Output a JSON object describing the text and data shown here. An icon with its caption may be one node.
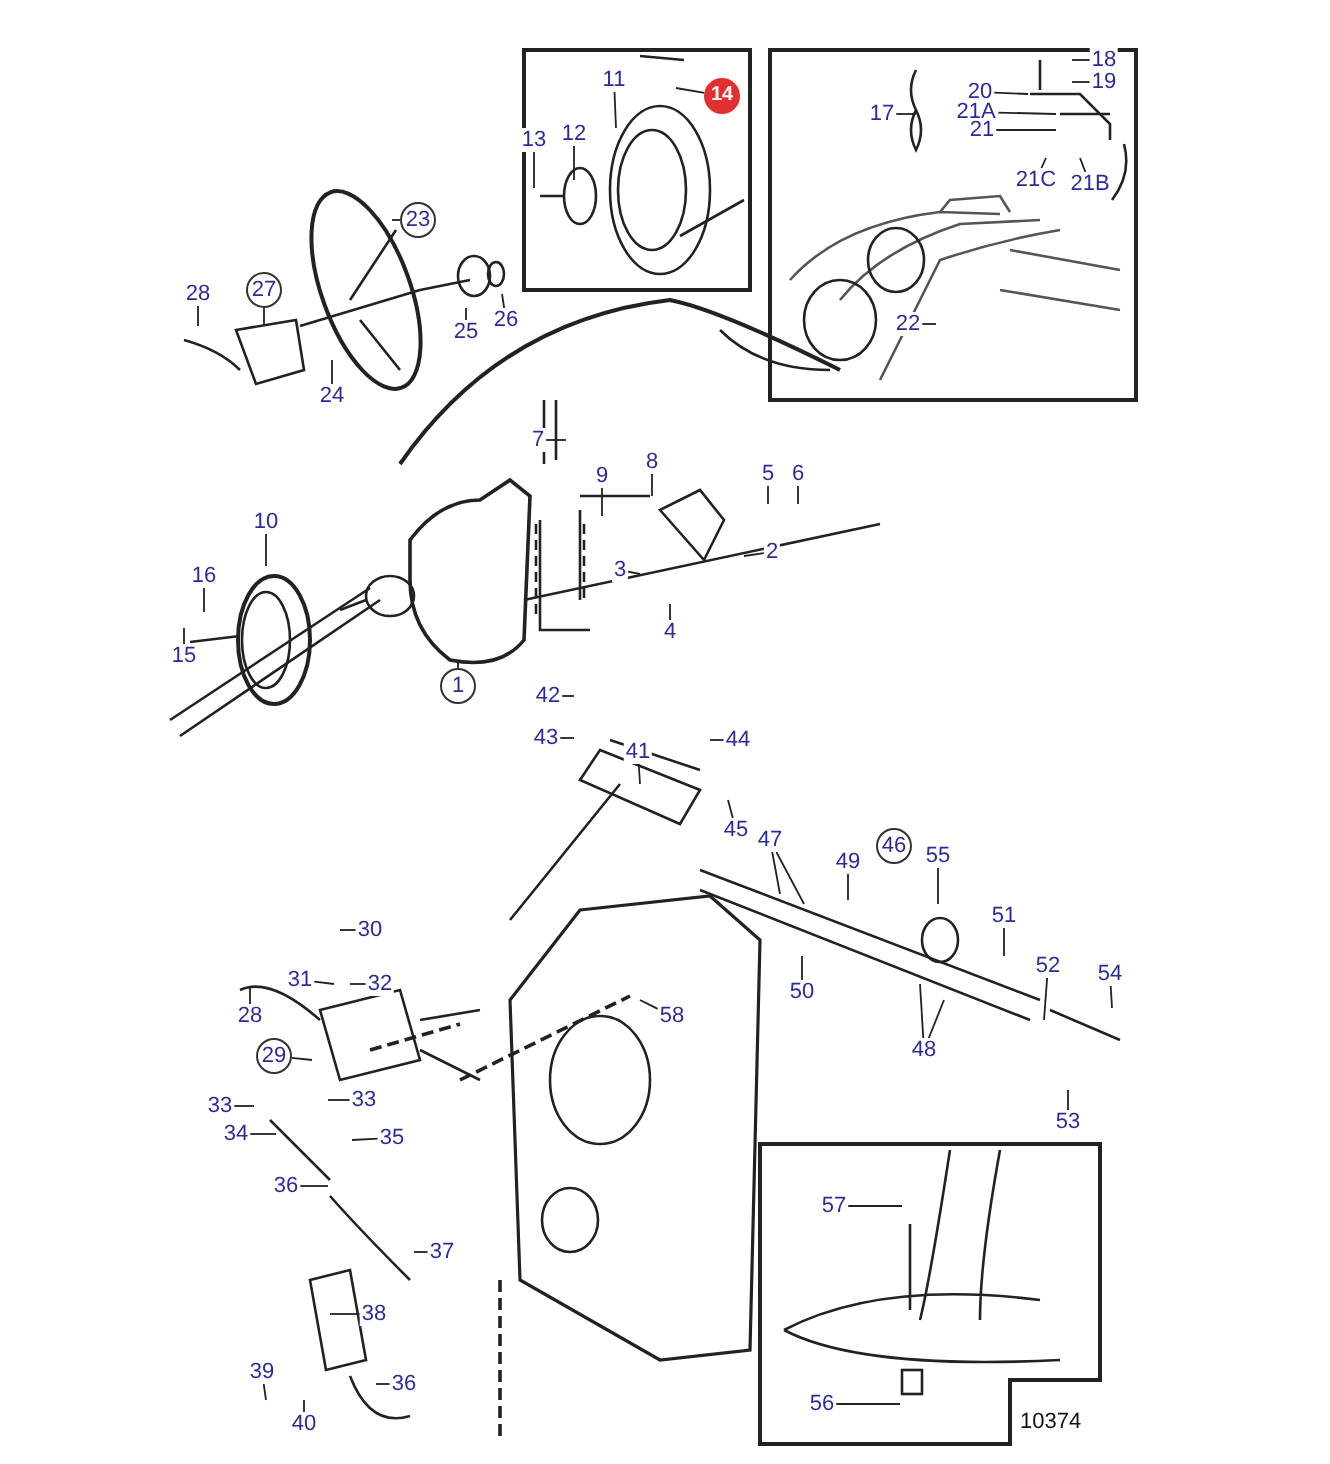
{
  "diagram": {
    "nodes": [
      {
        "text": [
          "11"
        ]
      },
      {
        "text": [
          "14"
        ]
      },
      {
        "text": [
          "18"
        ]
      },
      {
        "text": [
          "19"
        ]
      },
      {
        "text": [
          "20"
        ]
      },
      {
        "text": [
          "21A"
        ]
      },
      {
        "text": [
          "17"
        ]
      },
      {
        "text": [
          "21"
        ]
      },
      {
        "text": [
          "12"
        ]
      },
      {
        "text": [
          "13"
        ]
      },
      {
        "text": [
          "21C"
        ]
      },
      {
        "text": [
          "21B"
        ]
      },
      {
        "text": [
          "23"
        ]
      },
      {
        "text": [
          "27"
        ]
      },
      {
        "text": [
          "28"
        ]
      },
      {
        "text": [
          "26"
        ]
      },
      {
        "text": [
          "22"
        ]
      },
      {
        "text": [
          "25"
        ]
      },
      {
        "text": [
          "24"
        ]
      },
      {
        "text": [
          "7"
        ]
      },
      {
        "text": [
          "8"
        ]
      },
      {
        "text": [
          "5"
        ]
      },
      {
        "text": [
          "6"
        ]
      },
      {
        "text": [
          "9"
        ]
      },
      {
        "text": [
          "10"
        ]
      },
      {
        "text": [
          "2"
        ]
      },
      {
        "text": [
          "3"
        ]
      },
      {
        "text": [
          "16"
        ]
      },
      {
        "text": [
          "4"
        ]
      },
      {
        "text": [
          "15"
        ]
      },
      {
        "text": [
          "1"
        ]
      },
      {
        "text": [
          "42"
        ]
      },
      {
        "text": [
          "43"
        ]
      },
      {
        "text": [
          "44"
        ]
      },
      {
        "text": [
          "41"
        ]
      },
      {
        "text": [
          "45"
        ]
      },
      {
        "text": [
          "47"
        ]
      },
      {
        "text": [
          "46"
        ]
      },
      {
        "text": [
          "55"
        ]
      },
      {
        "text": [
          "49"
        ]
      },
      {
        "text": [
          "51"
        ]
      },
      {
        "text": [
          "30"
        ]
      },
      {
        "text": [
          "52"
        ]
      },
      {
        "text": [
          "54"
        ]
      },
      {
        "text": [
          "31"
        ]
      },
      {
        "text": [
          "32"
        ]
      },
      {
        "text": [
          "50"
        ]
      },
      {
        "text": [
          "28"
        ]
      },
      {
        "text": [
          "58"
        ]
      },
      {
        "text": [
          "48"
        ]
      },
      {
        "text": [
          "29"
        ]
      },
      {
        "text": [
          "33"
        ]
      },
      {
        "text": [
          "33"
        ]
      },
      {
        "text": [
          "35"
        ]
      },
      {
        "text": [
          "53"
        ]
      },
      {
        "text": [
          "34"
        ]
      },
      {
        "text": [
          "36"
        ]
      },
      {
        "text": [
          "57"
        ]
      },
      {
        "text": [
          "37"
        ]
      },
      {
        "text": [
          "38"
        ]
      },
      {
        "text": [
          "39"
        ]
      },
      {
        "text": [
          "36"
        ]
      },
      {
        "text": [
          "56"
        ]
      },
      {
        "text": [
          "40"
        ]
      }
    ],
    "edges": [
      {
        "from": 0,
        "to": null,
        "arrow": "none"
      },
      {
        "from": 1,
        "to": null,
        "arrow": "none"
      },
      {
        "from": 2,
        "to": null,
        "arrow": "none"
      },
      {
        "from": 3,
        "to": null,
        "arrow": "none"
      },
      {
        "from": 4,
        "to": null,
        "arrow": "none"
      },
      {
        "from": 5,
        "to": null,
        "arrow": "none"
      },
      {
        "from": 6,
        "to": null,
        "arrow": "none"
      },
      {
        "from": 7,
        "to": null,
        "arrow": "none"
      },
      {
        "from": 8,
        "to": null,
        "arrow": "none"
      },
      {
        "from": 9,
        "to": null,
        "arrow": "none"
      },
      {
        "from": 10,
        "to": null,
        "arrow": "none"
      },
      {
        "from": 11,
        "to": null,
        "arrow": "none"
      },
      {
        "from": 12,
        "to": null,
        "arrow": "none"
      },
      {
        "from": 13,
        "to": null,
        "arrow": "none"
      },
      {
        "from": 14,
        "to": null,
        "arrow": "none"
      },
      {
        "from": 15,
        "to": null,
        "arrow": "none"
      },
      {
        "from": 16,
        "to": null,
        "arrow": "none"
      },
      {
        "from": 17,
        "to": null,
        "arrow": "none"
      },
      {
        "from": 18,
        "to": null,
        "arrow": "none"
      },
      {
        "from": 19,
        "to": null,
        "arrow": "none"
      },
      {
        "from": 20,
        "to": null,
        "arrow": "none"
      },
      {
        "from": 21,
        "to": null,
        "arrow": "none"
      },
      {
        "from": 22,
        "to": null,
        "arrow": "none"
      },
      {
        "from": 23,
        "to": null,
        "arrow": "none"
      },
      {
        "from": 24,
        "to": null,
        "arrow": "none"
      },
      {
        "from": 25,
        "to": null,
        "arrow": "none"
      },
      {
        "from": 26,
        "to": null,
        "arrow": "none"
      },
      {
        "from": 27,
        "to": null,
        "arrow": "none"
      },
      {
        "from": 28,
        "to": null,
        "arrow": "none"
      },
      {
        "from": 29,
        "to": null,
        "arrow": "none"
      },
      {
        "from": 30,
        "to": null,
        "arrow": "none"
      },
      {
        "from": 31,
        "to": null,
        "arrow": "none"
      },
      {
        "from": 32,
        "to": null,
        "arrow": "none"
      },
      {
        "from": 33,
        "to": null,
        "arrow": "none"
      },
      {
        "from": 34,
        "to": null,
        "arrow": "none"
      },
      {
        "from": 35,
        "to": null,
        "arrow": "none"
      },
      {
        "from": 36,
        "to": null,
        "arrow": "none"
      },
      {
        "from": 36,
        "to": null,
        "arrow": "none"
      },
      {
        "from": 38,
        "to": null,
        "arrow": "none"
      },
      {
        "from": 39,
        "to": null,
        "arrow": "none"
      },
      {
        "from": 40,
        "to": null,
        "arrow": "none"
      },
      {
        "from": 41,
        "to": null,
        "arrow": "none"
      },
      {
        "from": 42,
        "to": null,
        "arrow": "none"
      },
      {
        "from": 43,
        "to": null,
        "arrow": "none"
      },
      {
        "from": 44,
        "to": null,
        "arrow": "none"
      },
      {
        "from": 45,
        "to": null,
        "arrow": "none"
      },
      {
        "from": 46,
        "to": null,
        "arrow": "none"
      },
      {
        "from": 47,
        "to": null,
        "arrow": "none"
      },
      {
        "from": 48,
        "to": null,
        "arrow": "none"
      },
      {
        "from": 49,
        "to": null,
        "arrow": "none"
      },
      {
        "from": 49,
        "to": null,
        "arrow": "none"
      },
      {
        "from": 50,
        "to": null,
        "arrow": "none"
      },
      {
        "from": 51,
        "to": null,
        "arrow": "none"
      },
      {
        "from": 52,
        "to": null,
        "arrow": "none"
      },
      {
        "from": 53,
        "to": null,
        "arrow": "none"
      },
      {
        "from": 54,
        "to": null,
        "arrow": "none"
      },
      {
        "from": 55,
        "to": null,
        "arrow": "none"
      },
      {
        "from": 56,
        "to": null,
        "arrow": "none"
      },
      {
        "from": 57,
        "to": null,
        "arrow": "none"
      },
      {
        "from": 58,
        "to": null,
        "arrow": "none"
      },
      {
        "from": 59,
        "to": null,
        "arrow": "none"
      },
      {
        "from": 60,
        "to": null,
        "arrow": "none"
      },
      {
        "from": 61,
        "to": null,
        "arrow": "none"
      },
      {
        "from": 62,
        "to": null,
        "arrow": "none"
      },
      {
        "from": 63,
        "to": null,
        "arrow": "none"
      }
    ],
    "labels": [
      "10374"
    ]
  }
}
